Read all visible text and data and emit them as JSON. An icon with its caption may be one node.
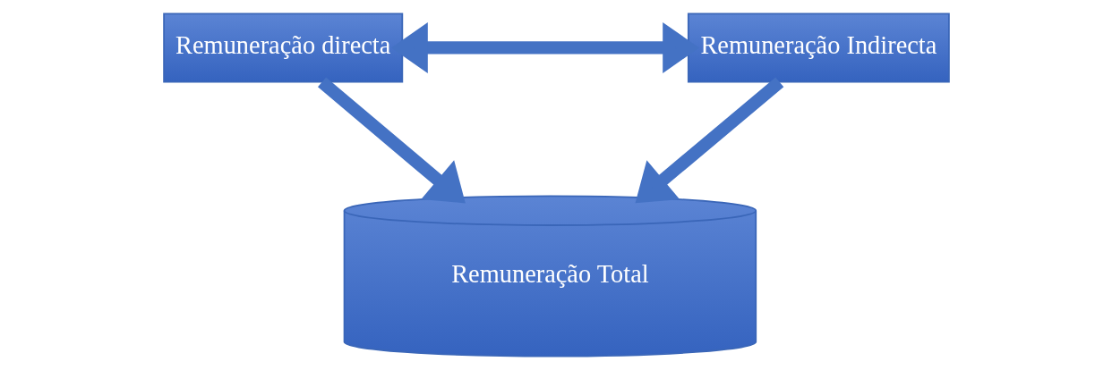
{
  "diagram": {
    "nodes": [
      {
        "text": [
          "Remuneração directa"
        ]
      },
      {
        "text": [
          "Remuneração Indirecta"
        ]
      },
      {
        "text": [
          "Remuneração Total"
        ]
      }
    ],
    "edges": [
      {
        "from": 0,
        "to": 1,
        "arrow": "both"
      },
      {
        "from": 0,
        "to": 2,
        "arrow": "to"
      },
      {
        "from": 1,
        "to": 2,
        "arrow": "to"
      }
    ]
  }
}
